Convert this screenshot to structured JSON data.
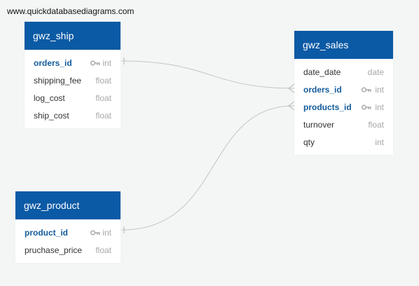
{
  "watermark": "www.quickdatabasediagrams.com",
  "colors": {
    "header": "#0b5aa5",
    "pk_text": "#145b9a",
    "type_text": "#a8a8a8",
    "link": "#c4c4c4"
  },
  "tables": {
    "ship": {
      "name": "gwz_ship",
      "columns": [
        {
          "name": "orders_id",
          "type": "int",
          "pk": true
        },
        {
          "name": "shipping_fee",
          "type": "float",
          "pk": false
        },
        {
          "name": "log_cost",
          "type": "float",
          "pk": false
        },
        {
          "name": "ship_cost",
          "type": "float",
          "pk": false
        }
      ]
    },
    "sales": {
      "name": "gwz_sales",
      "columns": [
        {
          "name": "date_date",
          "type": "date",
          "pk": false
        },
        {
          "name": "orders_id",
          "type": "int",
          "pk": true
        },
        {
          "name": "products_id",
          "type": "int",
          "pk": true
        },
        {
          "name": "turnover",
          "type": "float",
          "pk": false
        },
        {
          "name": "qty",
          "type": "int",
          "pk": false
        }
      ]
    },
    "product": {
      "name": "gwz_product",
      "columns": [
        {
          "name": "product_id",
          "type": "int",
          "pk": true
        },
        {
          "name": "pruchase_price",
          "type": "float",
          "pk": false
        }
      ]
    }
  },
  "relationships": [
    {
      "from": "gwz_ship.orders_id",
      "to": "gwz_sales.orders_id",
      "from_end": "one",
      "to_end": "many"
    },
    {
      "from": "gwz_product.product_id",
      "to": "gwz_sales.products_id",
      "from_end": "one",
      "to_end": "many"
    }
  ]
}
